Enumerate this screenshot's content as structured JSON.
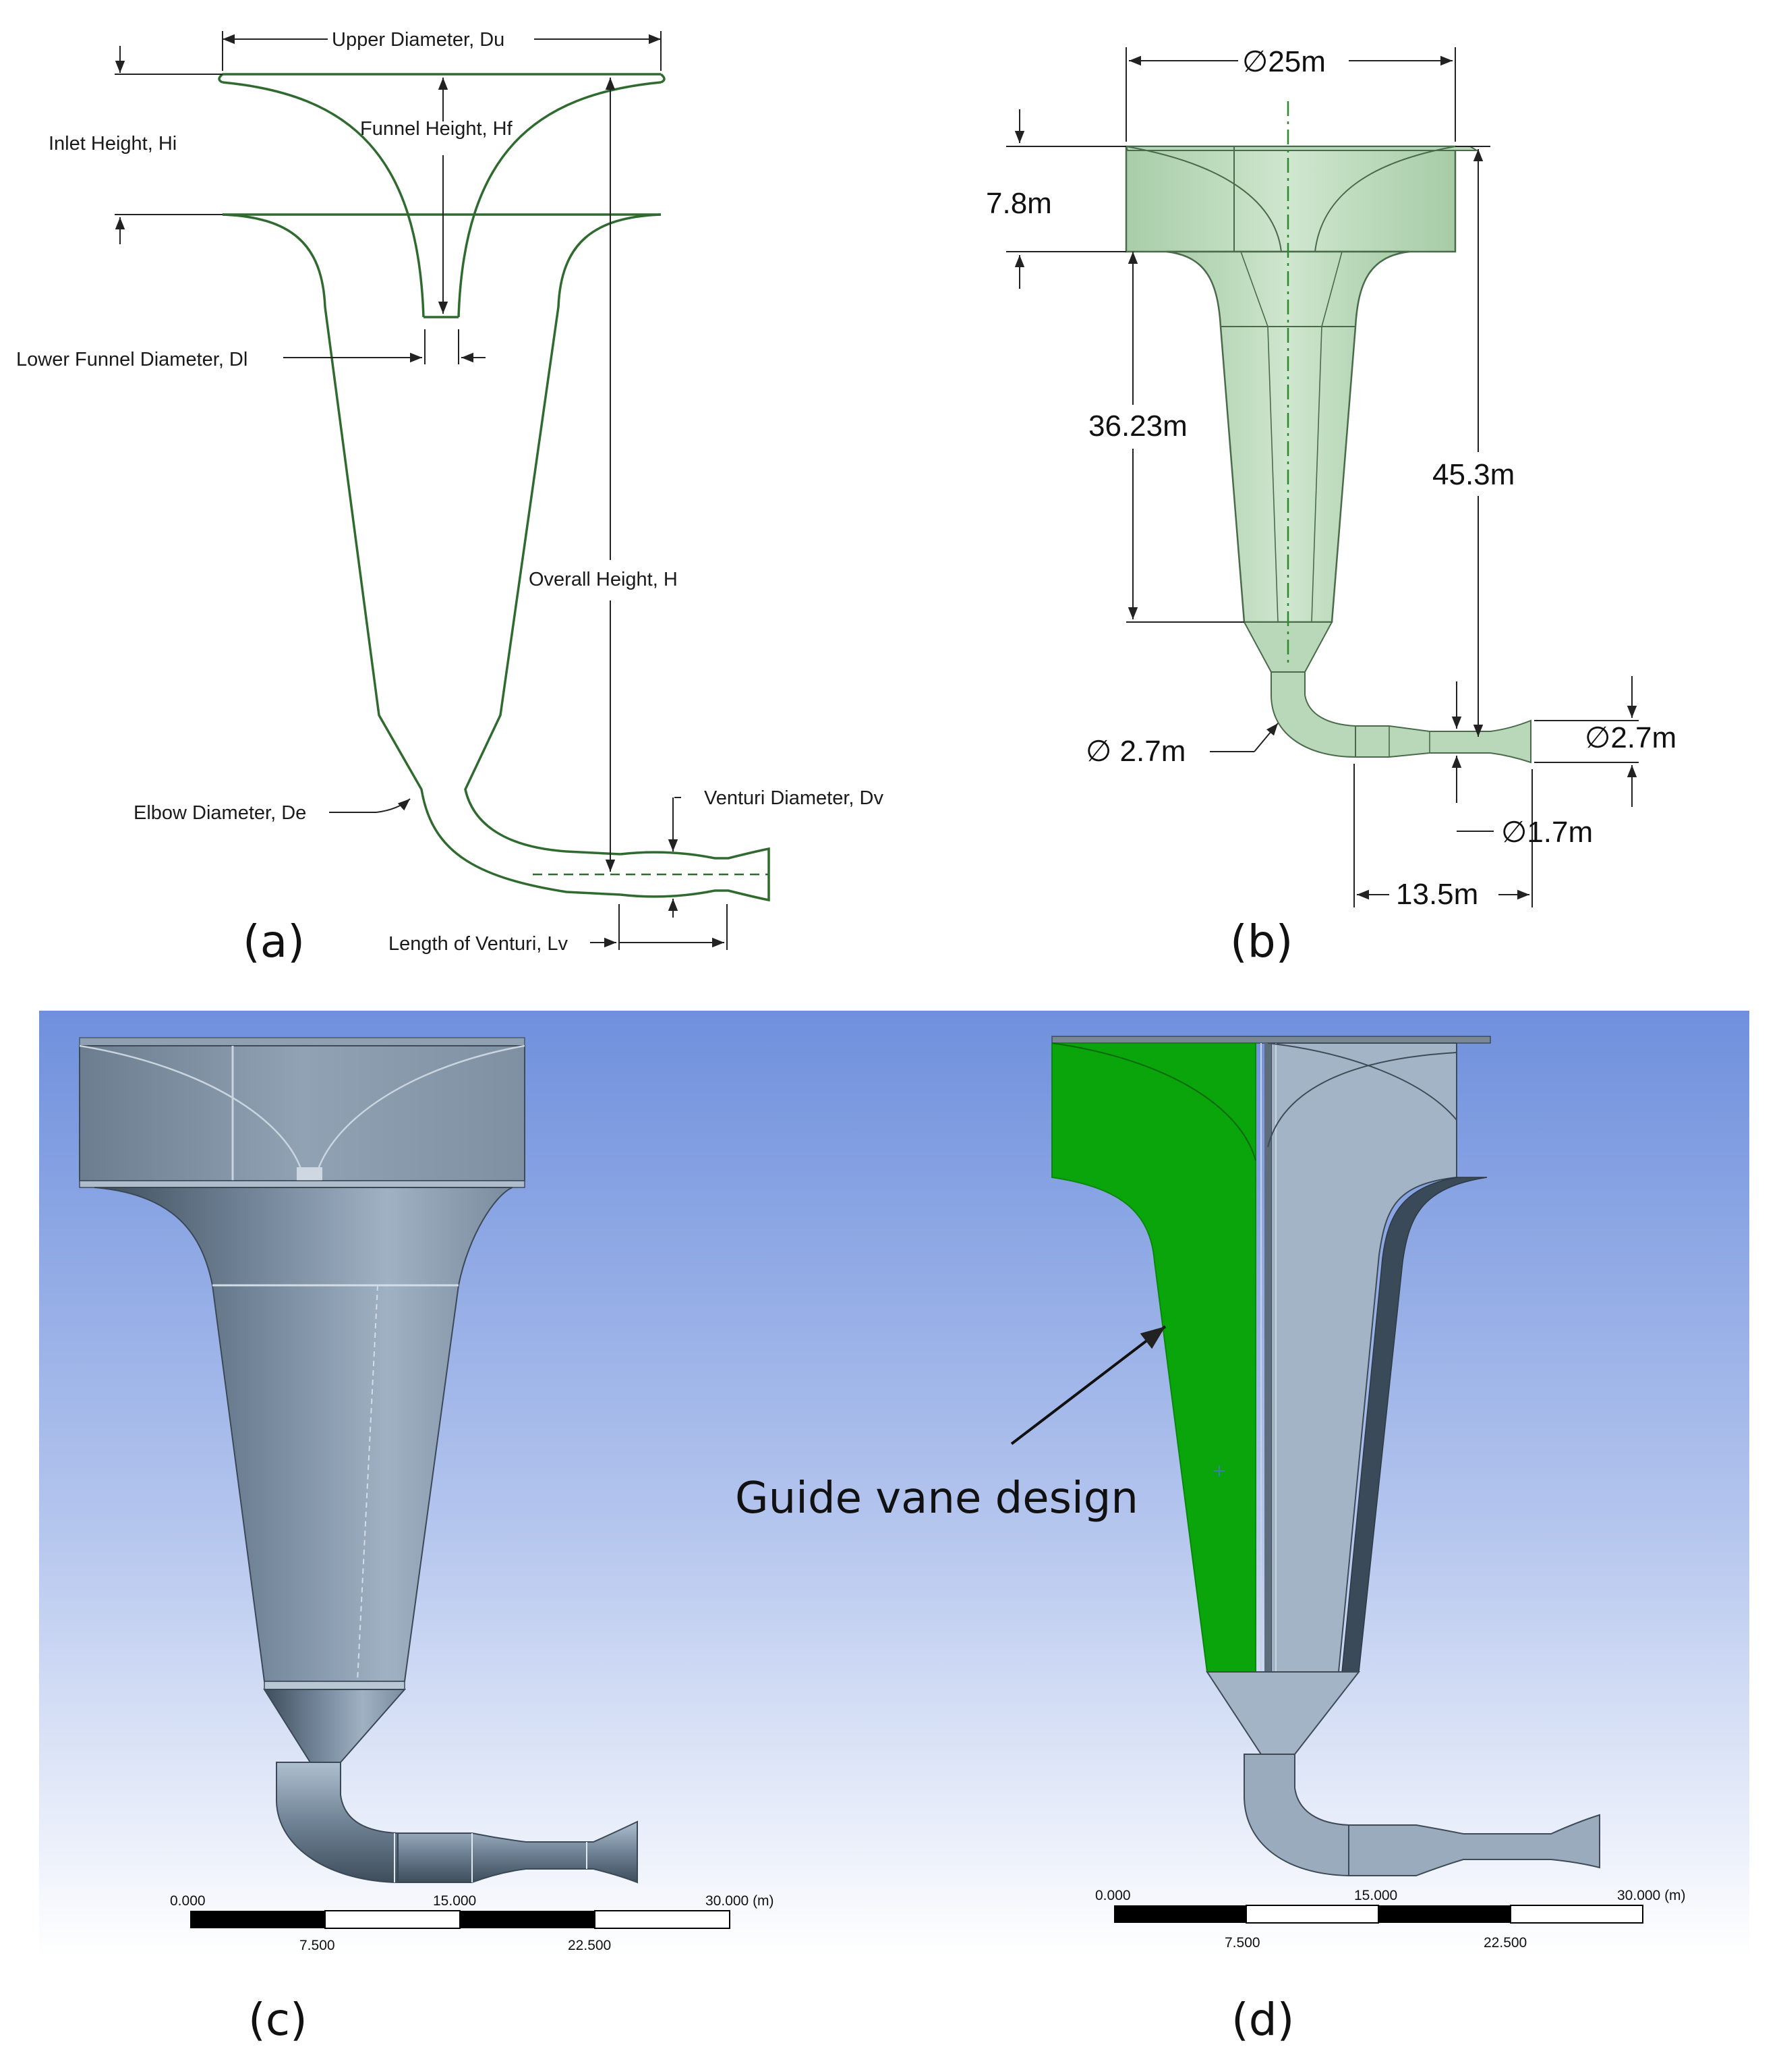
{
  "panels": {
    "a": {
      "caption": "(a)",
      "labels": {
        "upper_diameter": "Upper Diameter, Du",
        "inlet_height": "Inlet Height, Hi",
        "funnel_height": "Funnel Height, Hf",
        "lower_funnel_diameter": "Lower Funnel Diameter, Dl",
        "overall_height": "Overall Height, H",
        "elbow_diameter": "Elbow Diameter, De",
        "venturi_diameter": "Venturi Diameter, Dv",
        "venturi_length": "Length of Venturi, Lv"
      }
    },
    "b": {
      "caption": "(b)",
      "dims": {
        "top_diameter": "∅25m",
        "inlet_height": "7.8m",
        "funnel_height": "36.23m",
        "overall_height": "45.3m",
        "elbow_diameter": "∅  2.7m",
        "venturi_outlet": "∅2.7m",
        "venturi_throat": "∅1.7m",
        "venturi_length": "13.5m"
      }
    },
    "c": {
      "caption": "(c)",
      "scale": {
        "t0": "0.000",
        "t1": "15.000",
        "t2": "30.000 (m)",
        "b1": "7.500",
        "b2": "22.500"
      }
    },
    "d": {
      "caption": "(d)",
      "annotation": "Guide vane design",
      "scale": {
        "t0": "0.000",
        "t1": "15.000",
        "t2": "30.000 (m)",
        "b1": "7.500",
        "b2": "22.500"
      }
    }
  },
  "colors": {
    "sketch_line": "#2f6b2f",
    "render_bg_top": "#7092dc",
    "render_bg_bottom": "#ffffff",
    "guide_vane": "#0aa50a",
    "model_dark": "#5e7287",
    "model_light": "#a9b9c9"
  }
}
